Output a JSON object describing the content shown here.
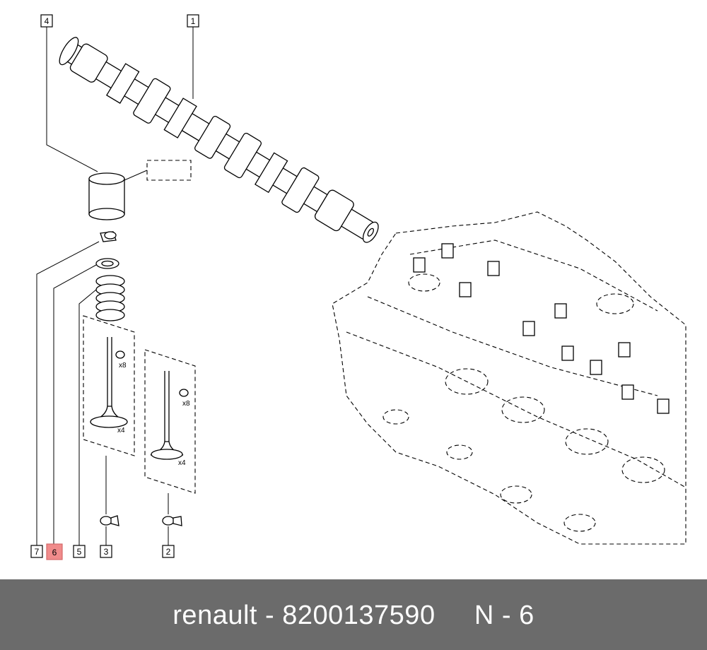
{
  "callouts": [
    {
      "label": "4"
    },
    {
      "label": "1"
    },
    {
      "label": "7"
    },
    {
      "label": "6",
      "highlighted": true
    },
    {
      "label": "5"
    },
    {
      "label": "3"
    },
    {
      "label": "2"
    }
  ],
  "quantities": {
    "collet_exhaust": "x8",
    "valve_exhaust": "x4",
    "collet_intake": "x8",
    "valve_intake": "x4"
  },
  "footer": {
    "text": "renault - 8200137590     N - 6"
  },
  "colors": {
    "highlight": "#f08b8b",
    "footer_bg": "#6b6b6b"
  }
}
